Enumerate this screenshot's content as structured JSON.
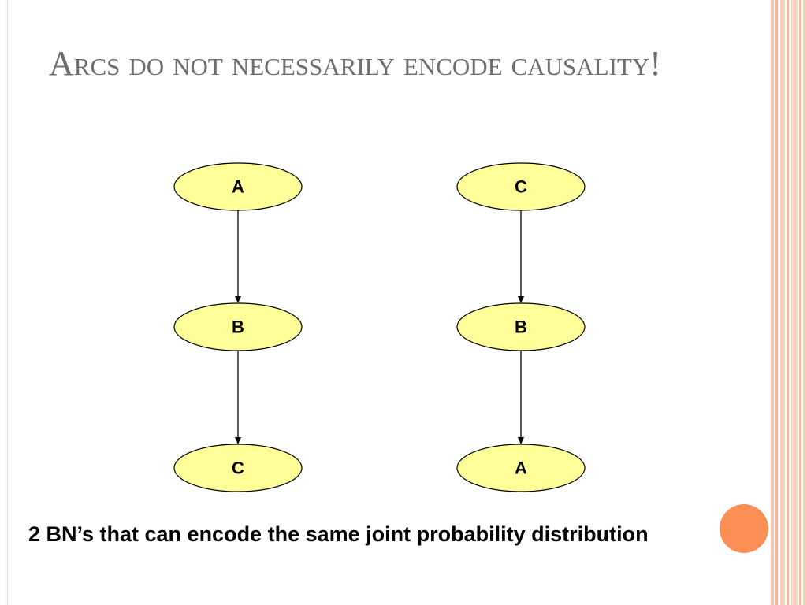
{
  "slide": {
    "title": "Arcs do not necessarily encode causality!",
    "caption": "2 BN’s that can encode the same joint probability distribution"
  },
  "colors": {
    "node_fill": "#ffff99",
    "node_stroke": "#000000",
    "title": "#6e6e6e",
    "accent_dot": "#fb8f56",
    "border_stripes": [
      "#f4b9a3",
      "#fbd9cc"
    ]
  },
  "diagram": {
    "networks": [
      {
        "nodes": [
          {
            "id": "A1",
            "label": "A"
          },
          {
            "id": "B1",
            "label": "B"
          },
          {
            "id": "C1",
            "label": "C"
          }
        ],
        "edges": [
          {
            "from": "A1",
            "to": "B1"
          },
          {
            "from": "B1",
            "to": "C1"
          }
        ]
      },
      {
        "nodes": [
          {
            "id": "C2",
            "label": "C"
          },
          {
            "id": "B2",
            "label": "B"
          },
          {
            "id": "A2",
            "label": "A"
          }
        ],
        "edges": [
          {
            "from": "C2",
            "to": "B2"
          },
          {
            "from": "B2",
            "to": "A2"
          }
        ]
      }
    ]
  }
}
